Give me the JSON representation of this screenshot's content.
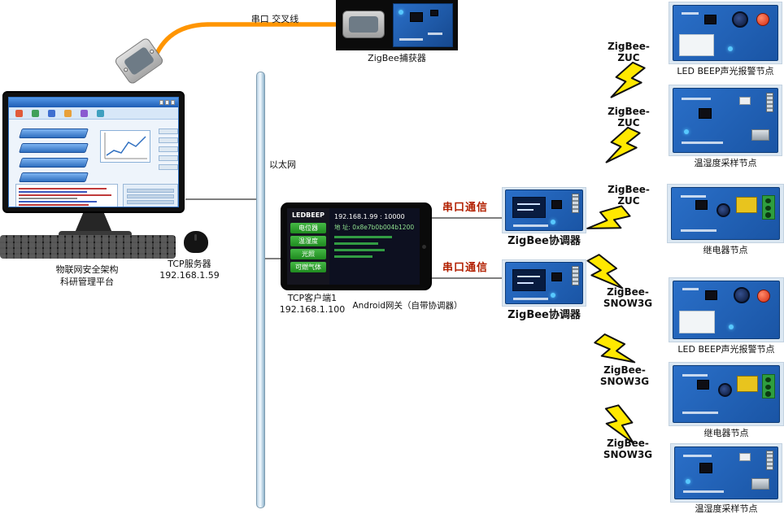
{
  "server": {
    "caption_line1": "物联网安全架构",
    "caption_line2": "科研管理平台",
    "tcp_label": "TCP服务器",
    "tcp_ip": "192.168.1.59"
  },
  "capturer": {
    "cable_label": "串口 交叉线",
    "label": "ZigBee捕获器"
  },
  "ethernet": {
    "label": "以太网"
  },
  "gateway": {
    "tcp_label": "TCP客户端1",
    "tcp_ip": "192.168.1.100",
    "caption": "Android网关（自带协调器）",
    "screen": {
      "app_title": "LEDBEEP",
      "ip_line": "192.168.1.99 : 10000",
      "addr_line": "地 址: 0x8e7b0b004b1200",
      "buttons": [
        "电位器",
        "温湿度",
        "光照",
        "可燃气体"
      ]
    }
  },
  "serial_links": [
    {
      "label": "串口通信"
    },
    {
      "label": "串口通信"
    }
  ],
  "coordinators": [
    {
      "label": "ZigBee协调器"
    },
    {
      "label": "ZigBee协调器"
    }
  ],
  "wireless": [
    {
      "line1": "ZigBee-",
      "line2": "ZUC"
    },
    {
      "line1": "ZigBee-",
      "line2": "ZUC"
    },
    {
      "line1": "ZigBee-",
      "line2": "ZUC"
    },
    {
      "line1": "ZigBee-",
      "line2": "SNOW3G"
    },
    {
      "line1": "ZigBee-",
      "line2": "SNOW3G"
    },
    {
      "line1": "ZigBee-",
      "line2": "SNOW3G"
    }
  ],
  "nodes": [
    {
      "label": "LED BEEP声光报警节点",
      "type": "alarm"
    },
    {
      "label": "温湿度采样节点",
      "type": "sensor"
    },
    {
      "label": "继电器节点",
      "type": "relay"
    },
    {
      "label": "LED BEEP声光报警节点",
      "type": "alarm"
    },
    {
      "label": "继电器节点",
      "type": "relay"
    },
    {
      "label": "温湿度采样节点",
      "type": "sensor"
    }
  ],
  "colors": {
    "cable_orange": "#ff9500",
    "bolt_yellow": "#ffe800",
    "serial_red": "#b22000",
    "pcb_blue": "#1d62b8"
  }
}
